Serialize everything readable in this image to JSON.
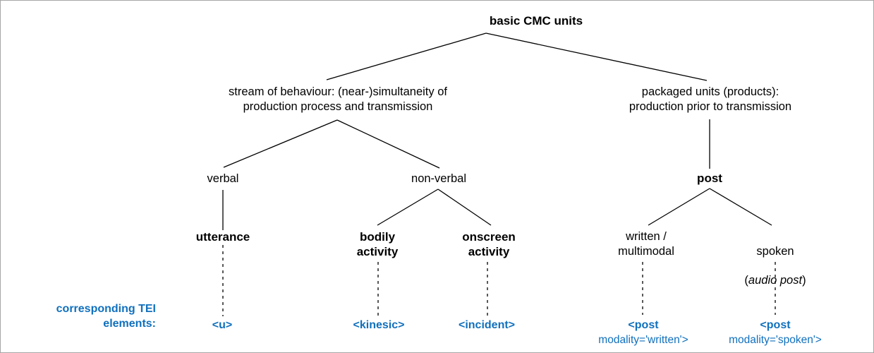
{
  "diagram": {
    "title_node": {
      "label": "basic CMC units"
    },
    "level2": [
      {
        "id": "stream",
        "label": "stream of behaviour: (near-)simultaneity of\nproduction process and transmission"
      },
      {
        "id": "packaged",
        "label": "packaged units (products):\nproduction prior to transmission"
      }
    ],
    "level3": [
      {
        "id": "verbal",
        "label": "verbal",
        "bold": false
      },
      {
        "id": "non-verbal",
        "label": "non-verbal",
        "bold": false
      },
      {
        "id": "post",
        "label": "post",
        "bold": true
      }
    ],
    "level4": [
      {
        "id": "utterance",
        "label": "utterance",
        "bold": true
      },
      {
        "id": "bodily-activity",
        "label": "bodily\nactivity",
        "bold": true
      },
      {
        "id": "onscreen-activity",
        "label": "onscreen\nactivity",
        "bold": true
      },
      {
        "id": "written-multimodal",
        "label": "written /\nmultimodal",
        "bold": false
      },
      {
        "id": "spoken",
        "line1": "spoken",
        "line2_prefix": "(",
        "line2_italic": "audio post",
        "line2_suffix": ")",
        "bold": false
      }
    ],
    "tei_caption": "corresponding TEI\nelements:",
    "tei_color": "#1070bd",
    "tei_elements": [
      {
        "id": "u",
        "tag": "<u>",
        "attr": ""
      },
      {
        "id": "kinesic",
        "tag": "<kinesic>",
        "attr": ""
      },
      {
        "id": "incident",
        "tag": "<incident>",
        "attr": ""
      },
      {
        "id": "post-written",
        "tag": "<post",
        "attr": "modality='written'>"
      },
      {
        "id": "post-spoken",
        "tag": "<post",
        "attr": "modality='spoken'>"
      }
    ]
  }
}
